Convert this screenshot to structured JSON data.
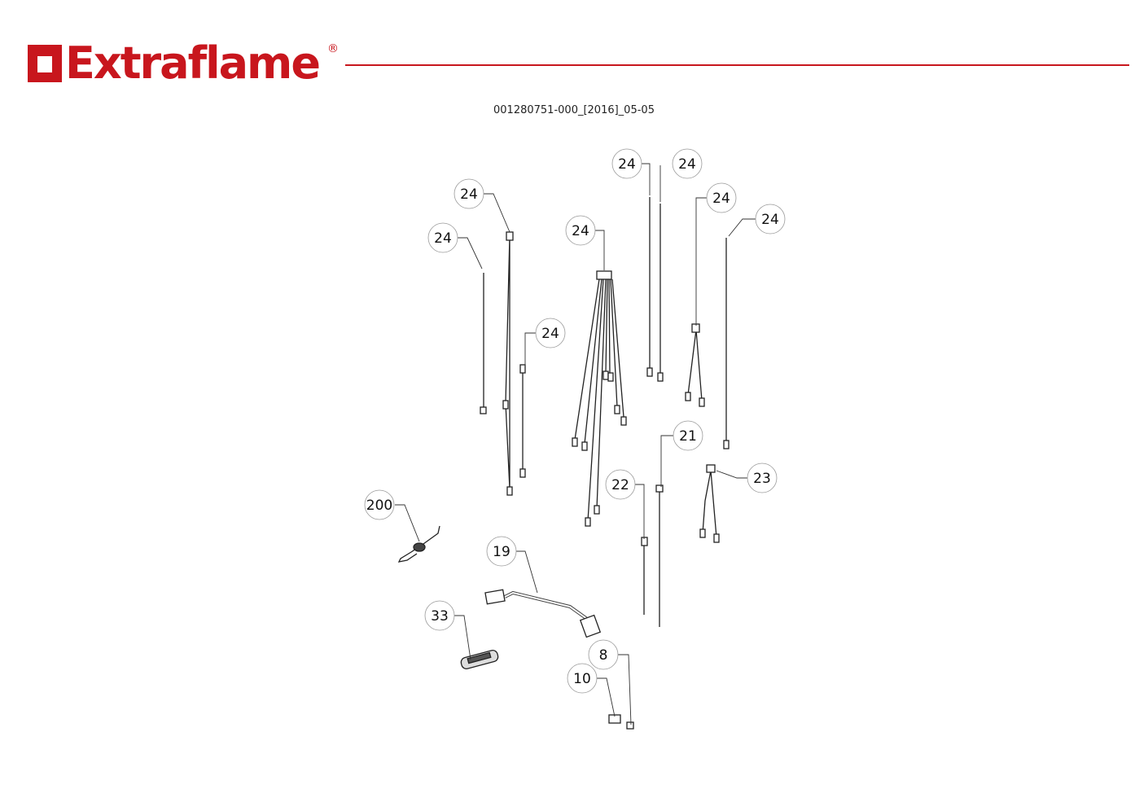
{
  "header": {
    "brand": "Extraflame",
    "registered_mark": "®",
    "document_code": "001280751-000_[2016]_05-05"
  },
  "diagram": {
    "callouts": [
      "24",
      "24",
      "24",
      "24",
      "24",
      "24",
      "24",
      "24",
      "21",
      "22",
      "23",
      "200",
      "19",
      "33",
      "8",
      "10"
    ]
  },
  "colors": {
    "brand_red": "#c8161d"
  }
}
